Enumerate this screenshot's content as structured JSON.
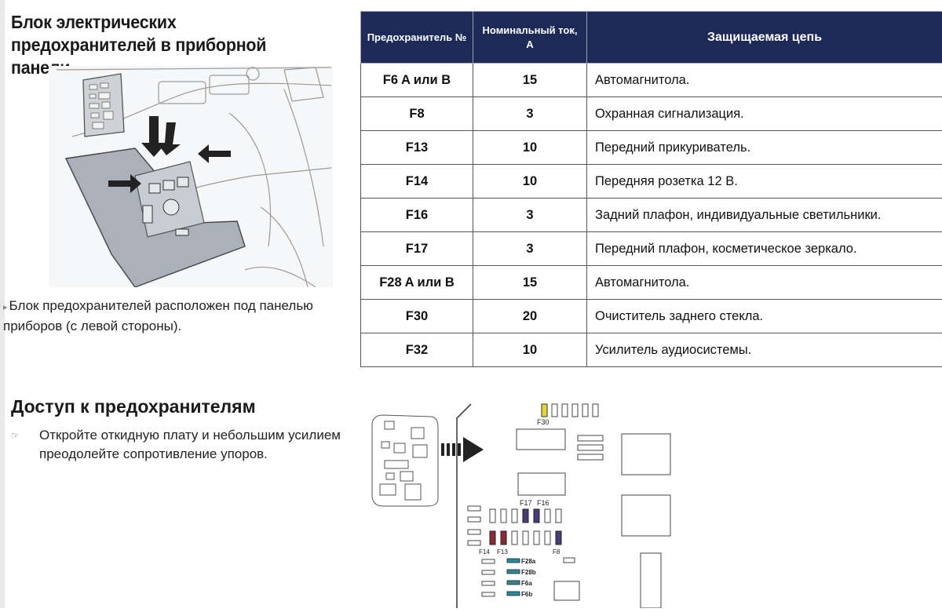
{
  "fuse_box": {
    "title": "Блок электрических предохранителей в приборной панели",
    "location_note": "Блок предохранителей расположен под панелью приборов (с левой стороны).",
    "table": {
      "headers": [
        "Предохранитель №",
        "Номинальный ток, А",
        "Защищаемая цепь"
      ],
      "rows": [
        {
          "fuse": "F6 A или B",
          "current": "15",
          "circuit": "Автомагнитола."
        },
        {
          "fuse": "F8",
          "current": "3",
          "circuit": "Охранная сигнализация."
        },
        {
          "fuse": "F13",
          "current": "10",
          "circuit": "Передний прикуриватель."
        },
        {
          "fuse": "F14",
          "current": "10",
          "circuit": "Передняя розетка 12 В."
        },
        {
          "fuse": "F16",
          "current": "3",
          "circuit": "Задний плафон, индивидуальные светильники."
        },
        {
          "fuse": "F17",
          "current": "3",
          "circuit": "Передний плафон, косметическое зеркало."
        },
        {
          "fuse": "F28 A или B",
          "current": "15",
          "circuit": "Автомагнитола."
        },
        {
          "fuse": "F30",
          "current": "20",
          "circuit": "Очиститель заднего стекла."
        },
        {
          "fuse": "F32",
          "current": "10",
          "circuit": "Усилитель аудиосистемы."
        }
      ]
    }
  },
  "access": {
    "title": "Доступ к предохранителям",
    "step": "Откройте откидную плату и небольшим усилием преодолейте сопротивление упоров."
  },
  "diagram_labels": {
    "f30": "F30",
    "f17": "F17",
    "f16": "F16",
    "f14": "F14",
    "f13": "F13",
    "f8": "F8",
    "f28a": "F28a",
    "f28b": "F28b",
    "f6a": "F6a",
    "f6b": "F6b"
  },
  "colors": {
    "header_bg": "#1d2a57",
    "fuse_yellow": "#e8d43a",
    "fuse_purple": "#4b3c78",
    "fuse_red": "#8e2a36",
    "fuse_teal": "#2f8896"
  }
}
